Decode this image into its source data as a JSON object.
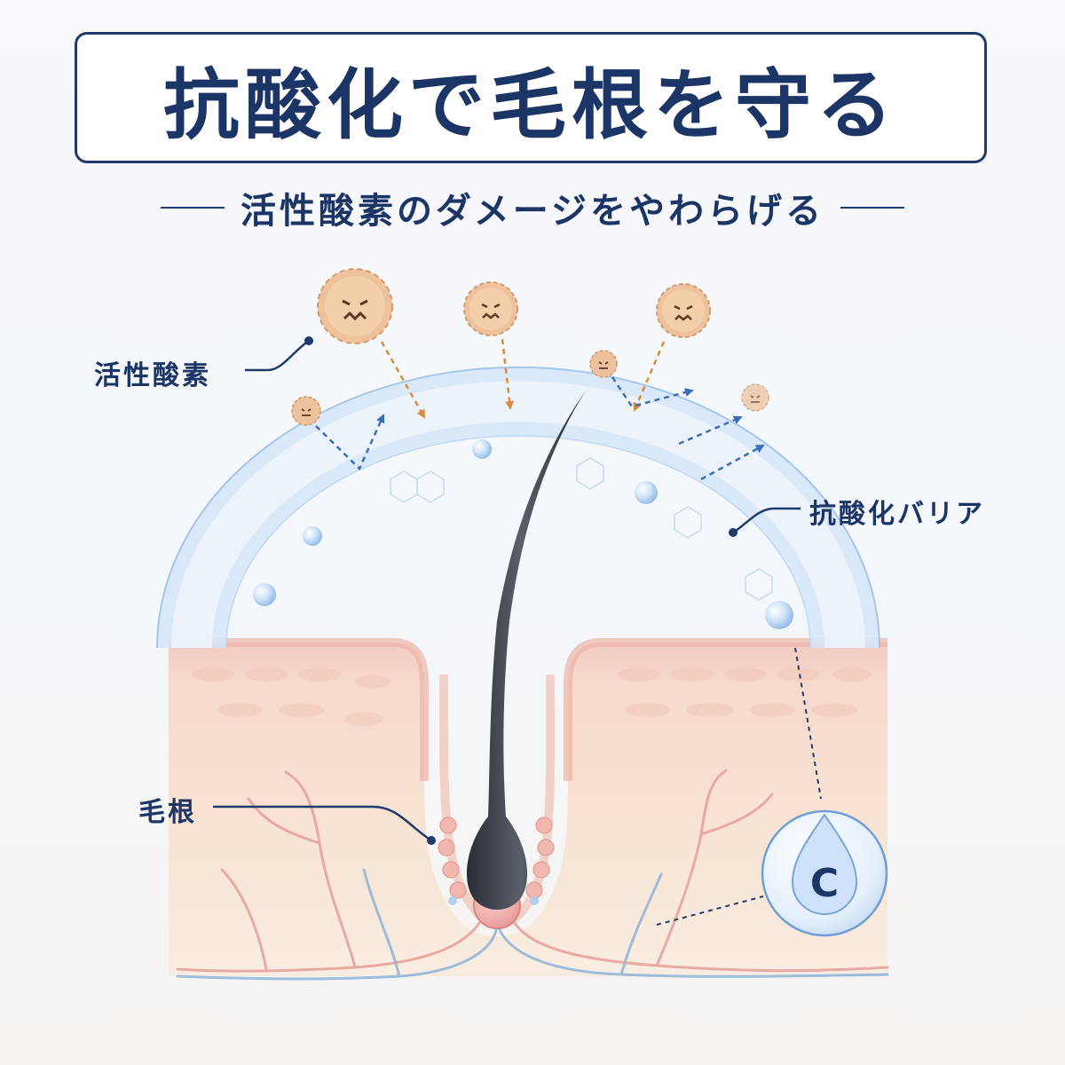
{
  "title": "抗酸化で毛根を守る",
  "subtitle": "活性酸素のダメージをやわらげる",
  "labels": {
    "free_radicals": "活性酸素",
    "barrier": "抗酸化バリア",
    "hair_root": "毛根",
    "vitamin_c": "C"
  },
  "colors": {
    "navy": "#1c3567",
    "barrier": "#cfe3f7",
    "radical": "#eec29c",
    "arrow_orange": "#d98c3c",
    "arrow_blue": "#3d6fb8",
    "skin": "#f7dcc6",
    "hair": "#3a3d45"
  }
}
